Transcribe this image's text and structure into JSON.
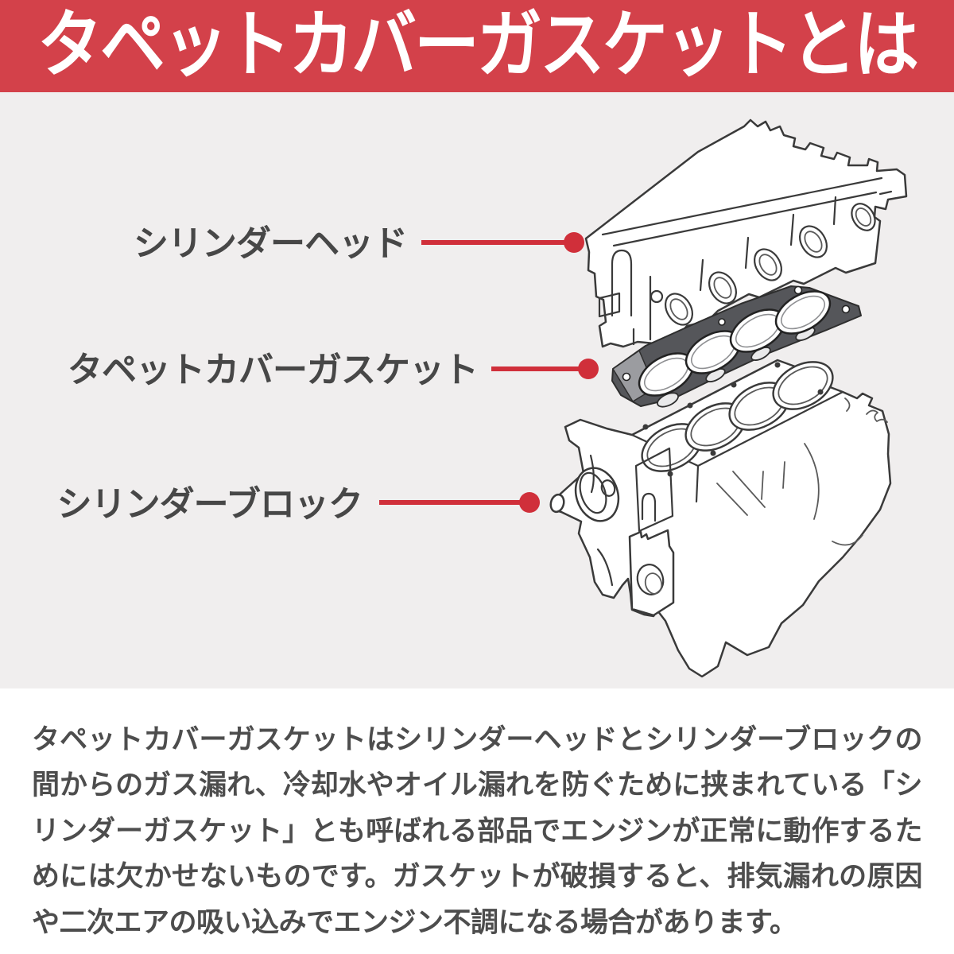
{
  "banner": {
    "title": "タペットカバーガスケットとは"
  },
  "colors": {
    "banner_bg": "#d3414a",
    "banner_text": "#ffffff",
    "diagram_bg": "#f0eeee",
    "accent_red": "#d02f3a",
    "label_text": "#474747",
    "body_text": "#4d4d4d",
    "line_art": "#3a3a3a",
    "gasket_fill": "#55565a"
  },
  "diagram": {
    "labels": [
      {
        "id": "cylinder-head",
        "text": "シリンダーヘッド"
      },
      {
        "id": "tappet-cover-gasket",
        "text": "タペットカバーガスケット"
      },
      {
        "id": "cylinder-block",
        "text": "シリンダーブロック"
      }
    ]
  },
  "description": {
    "paragraph": "タペットカバーガスケットはシリンダーヘッドとシリンダーブロックの間からのガス漏れ、冷却水やオイル漏れを防ぐために挟まれている「シリンダーガスケット」とも呼ばれる部品でエンジンが正常に動作するためには欠かせないものです。ガスケットが破損すると、排気漏れの原因や二次エアの吸い込みでエンジン不調になる場合があります。"
  }
}
